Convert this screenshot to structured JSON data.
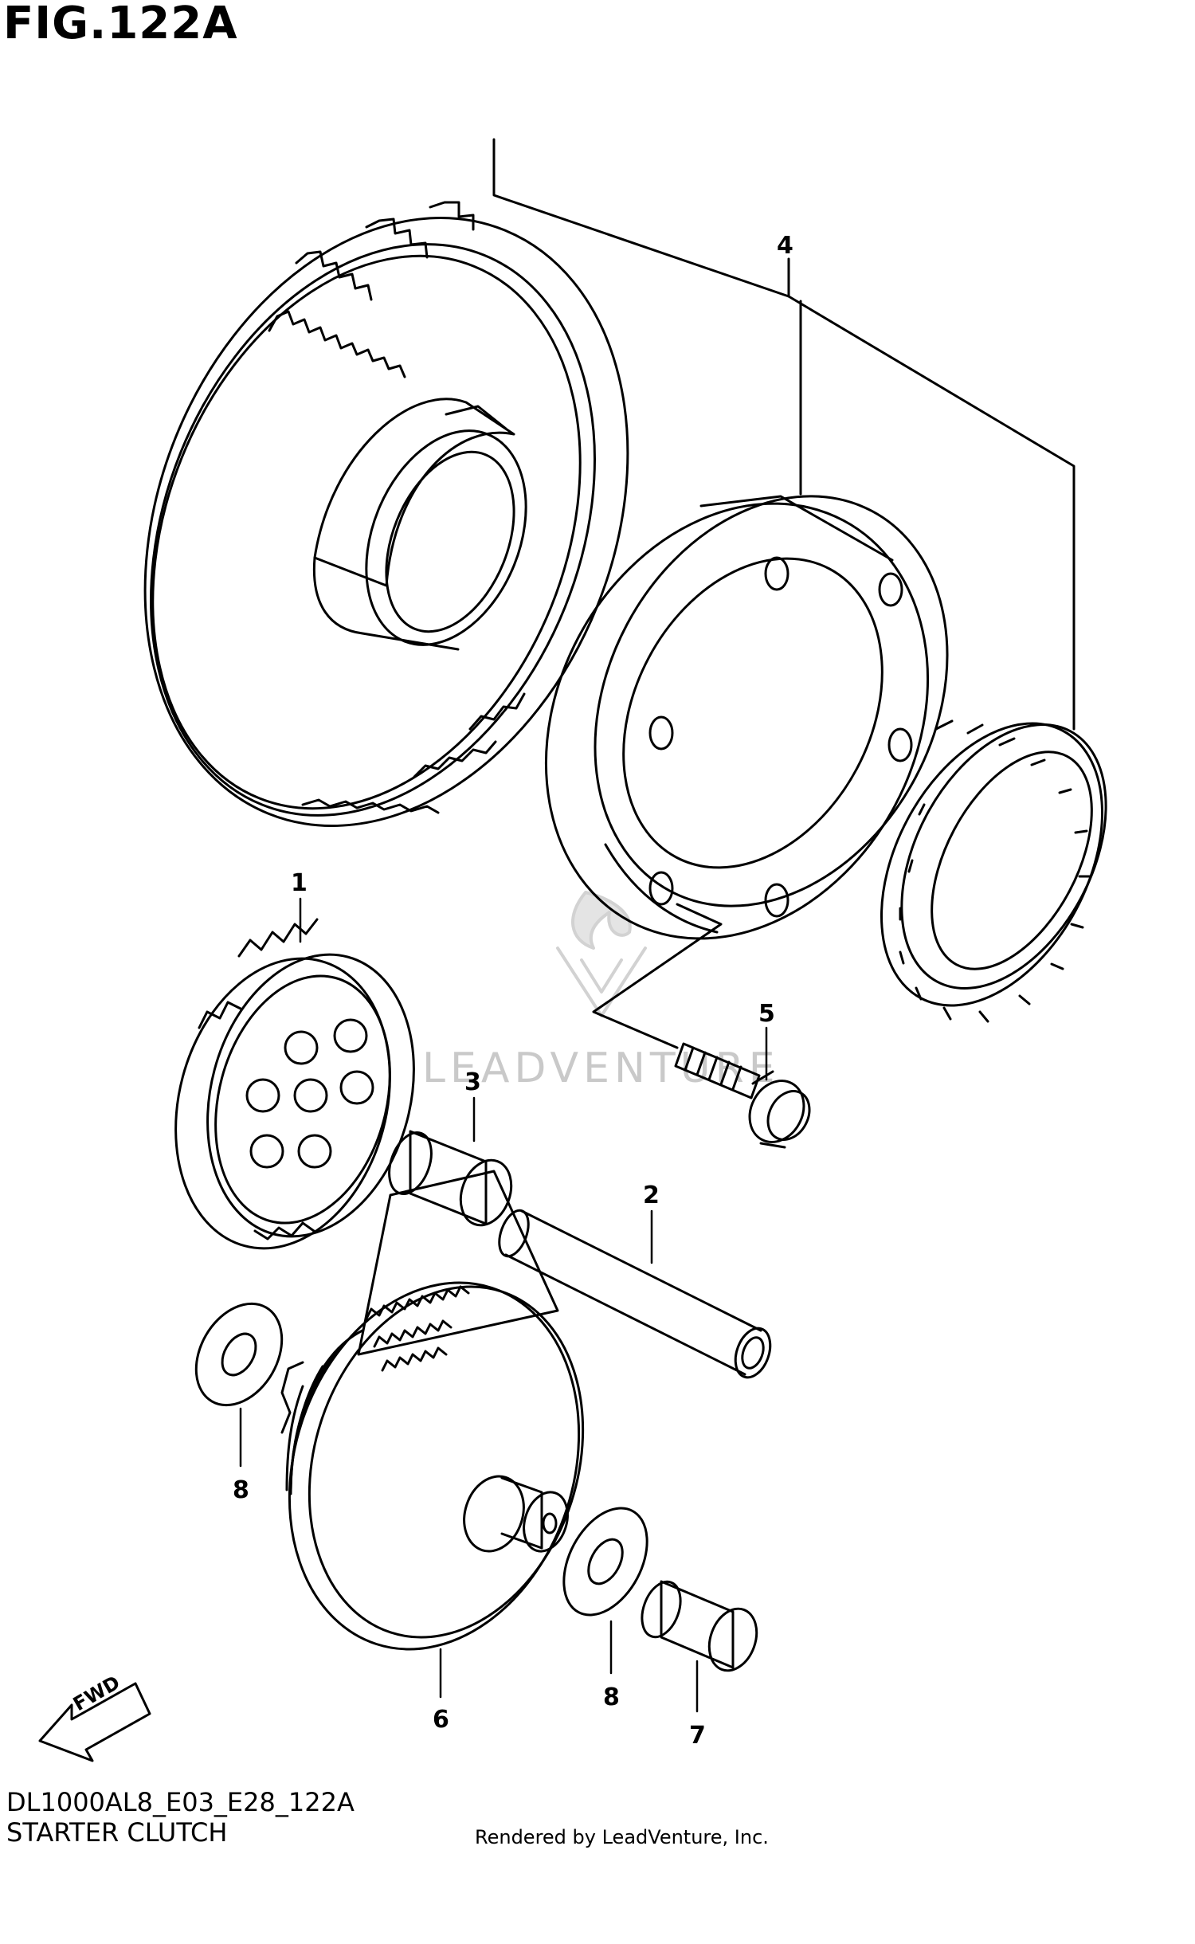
{
  "figure": {
    "title": "FIG.122A",
    "model_code": "DL1000AL8_E03_E28_122A",
    "section_name": "STARTER CLUTCH",
    "rendered_by": "Rendered by LeadVenture, Inc.",
    "watermark": "LEADVENTURE"
  },
  "callouts": [
    {
      "id": "1",
      "label": "1"
    },
    {
      "id": "2",
      "label": "2"
    },
    {
      "id": "3",
      "label": "3"
    },
    {
      "id": "4",
      "label": "4"
    },
    {
      "id": "5",
      "label": "5"
    },
    {
      "id": "6",
      "label": "6"
    },
    {
      "id": "7",
      "label": "7"
    },
    {
      "id": "8a",
      "label": "8"
    },
    {
      "id": "8b",
      "label": "8"
    }
  ],
  "fwd_arrow": {
    "label": "FWD"
  },
  "colors": {
    "ink": "#000000",
    "paper": "#ffffff",
    "watermark": "#c9c9c9"
  }
}
